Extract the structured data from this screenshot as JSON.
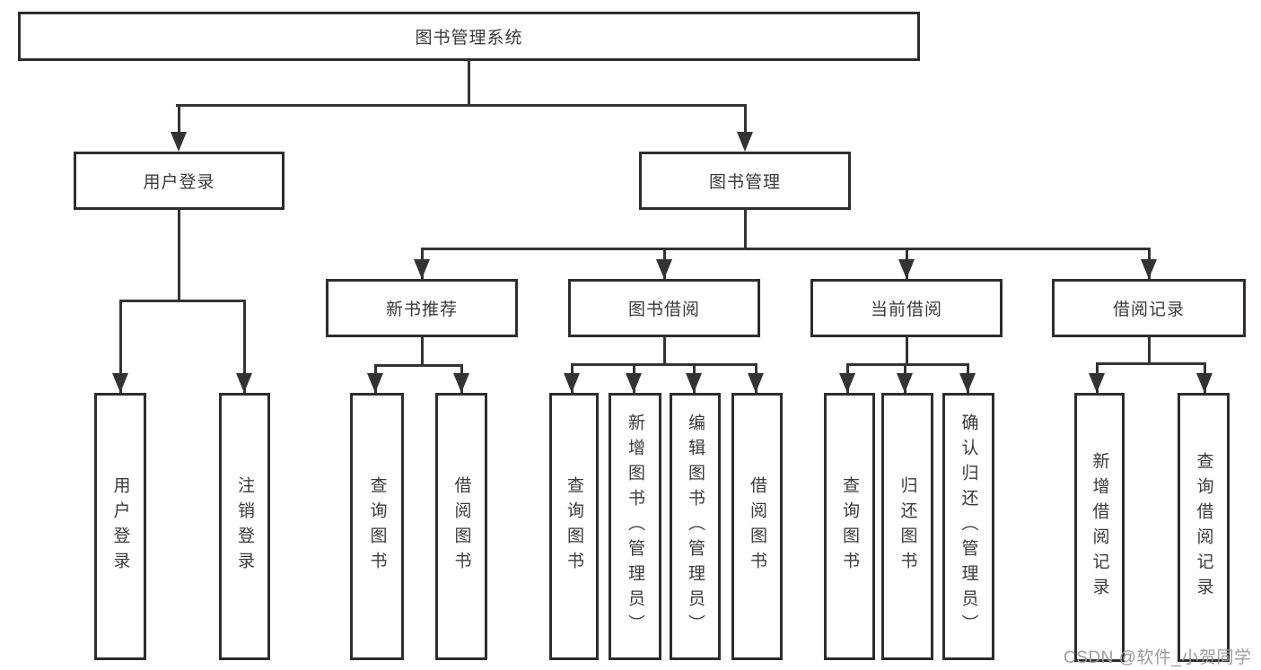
{
  "tree": {
    "label": "图书管理系统",
    "children": [
      {
        "label": "用户登录",
        "children": [
          {
            "label": "用户登录"
          },
          {
            "label": "注销登录"
          }
        ]
      },
      {
        "label": "图书管理",
        "children": [
          {
            "label": "新书推荐",
            "children": [
              {
                "label": "查询图书"
              },
              {
                "label": "借阅图书"
              }
            ]
          },
          {
            "label": "图书借阅",
            "children": [
              {
                "label": "查询图书"
              },
              {
                "label": "新增图书（管理员）"
              },
              {
                "label": "编辑图书（管理员）"
              },
              {
                "label": "借阅图书"
              }
            ]
          },
          {
            "label": "当前借阅",
            "children": [
              {
                "label": "查询图书"
              },
              {
                "label": "归还图书"
              },
              {
                "label": "确认归还（管理员）"
              }
            ]
          },
          {
            "label": "借阅记录",
            "children": [
              {
                "label": "新增借阅记录"
              },
              {
                "label": "查询借阅记录"
              }
            ]
          }
        ]
      }
    ]
  },
  "watermark": "CSDN @软件_小贺同学",
  "colors": {
    "line": "#333333",
    "border": "#2d2d2d",
    "text": "#3a3a3a",
    "watermark": "#9c9c9c",
    "background": "#ffffff"
  }
}
